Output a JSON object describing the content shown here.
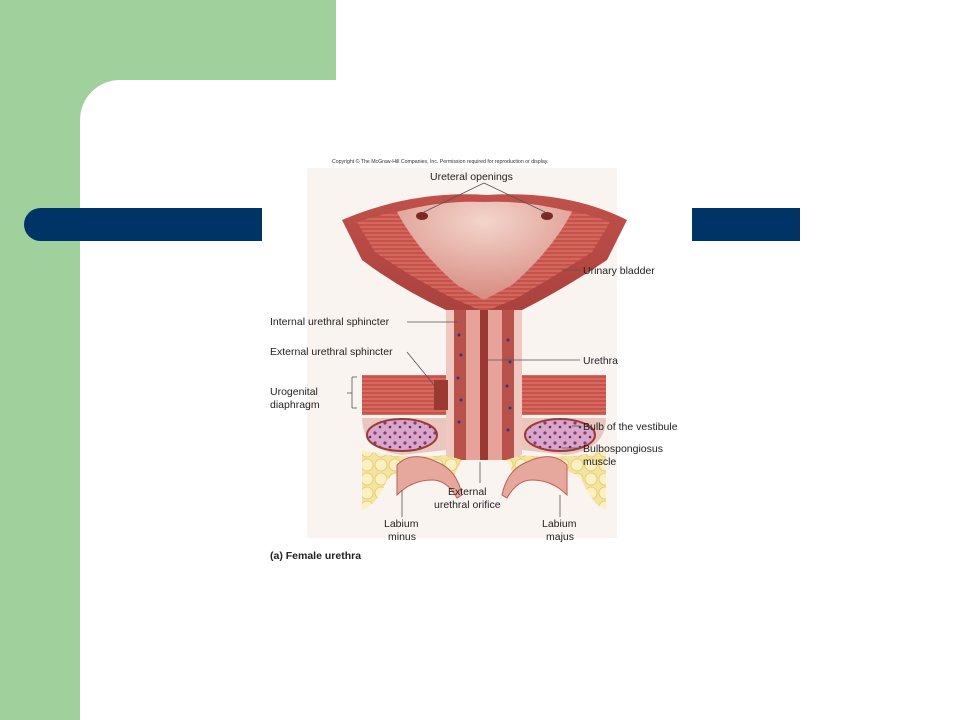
{
  "slide": {
    "colors": {
      "sidebar": "#a0d09b",
      "title_bar": "#003366",
      "background": "#ffffff"
    }
  },
  "figure": {
    "copyright": "Copyright © The McGraw-Hill Companies, Inc. Permission required for reproduction or display.",
    "caption": "(a) Female urethra",
    "labels": {
      "ureteral_openings": "Ureteral openings",
      "urinary_bladder": "Urinary bladder",
      "internal_sphincter": "Internal urethral sphincter",
      "external_sphincter": "External urethral sphincter",
      "urethra": "Urethra",
      "urogenital_line1": "Urogenital",
      "urogenital_line2": "diaphragm",
      "bulb_vestibule": "Bulb of the vestibule",
      "bulbospongiosus_line1": "Bulbospongiosus",
      "bulbospongiosus_line2": "muscle",
      "external_orifice_line1": "External",
      "external_orifice_line2": "urethral orifice",
      "labium_minus_line1": "Labium",
      "labium_minus_line2": "minus",
      "labium_majus_line1": "Labium",
      "labium_majus_line2": "majus"
    }
  }
}
